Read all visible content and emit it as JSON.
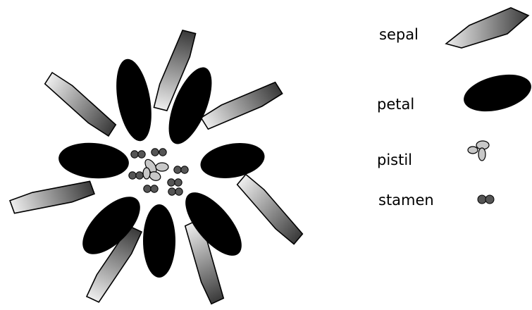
{
  "legend": {
    "items": [
      {
        "label": "sepal",
        "icon": "sepal-icon"
      },
      {
        "label": "petal",
        "icon": "petal-icon"
      },
      {
        "label": "pistil",
        "icon": "pistil-icon"
      },
      {
        "label": "stamen",
        "icon": "stamen-icon"
      }
    ]
  },
  "colors": {
    "petal": "#000000",
    "sepal_light": "#eeeeee",
    "sepal_dark": "#3a3a3a",
    "pistil": "#c8c8c8",
    "stamen": "#555555",
    "outline": "#000000"
  }
}
